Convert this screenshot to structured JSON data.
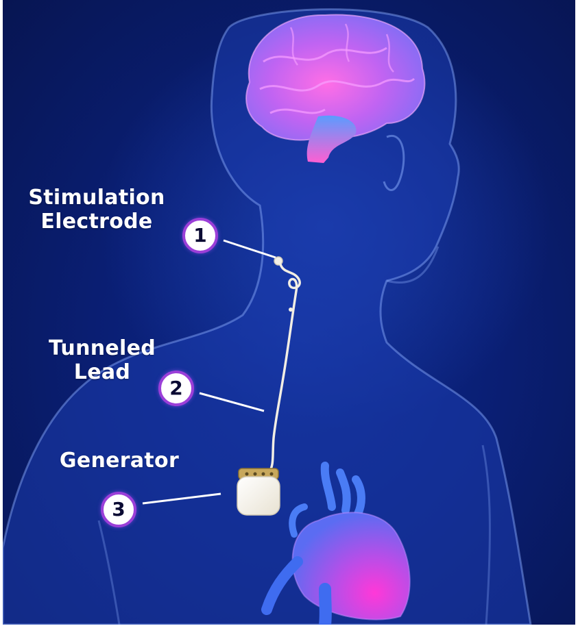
{
  "colors": {
    "background": "#0a1f75",
    "badge_border": "#9b3fd8",
    "label_text": "#ffffff",
    "brain": "#d060f0",
    "heart": "#c040e0",
    "vessels": "#3f6cf0"
  },
  "labels": [
    {
      "id": "stimulation-electrode",
      "lines": [
        "Stimulation",
        "Electrode"
      ]
    },
    {
      "id": "tunneled-lead",
      "lines": [
        "Tunneled",
        "Lead"
      ]
    },
    {
      "id": "generator",
      "lines": [
        "Generator"
      ]
    }
  ],
  "markers": [
    {
      "number": "1"
    },
    {
      "number": "2"
    },
    {
      "number": "3"
    }
  ]
}
